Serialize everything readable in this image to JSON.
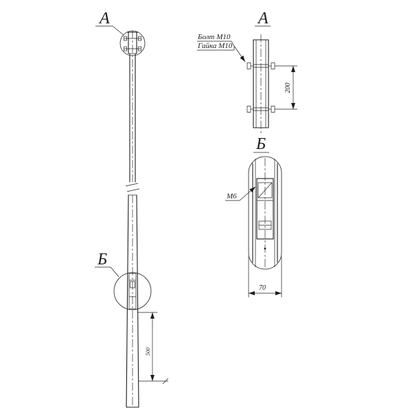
{
  "page": {
    "background": "#ffffff",
    "line_color": "#1c1c1c"
  },
  "elevation": {
    "callout_a": "А",
    "callout_b": "Б",
    "dim_overlap": "500"
  },
  "detail_a": {
    "title": "А",
    "bolt_label": "Болт М10",
    "nut_label": "Гайка М10",
    "dim_bolt_spacing": "200"
  },
  "detail_b": {
    "title": "Б",
    "thread_label": "М6",
    "dim_width": "70"
  }
}
